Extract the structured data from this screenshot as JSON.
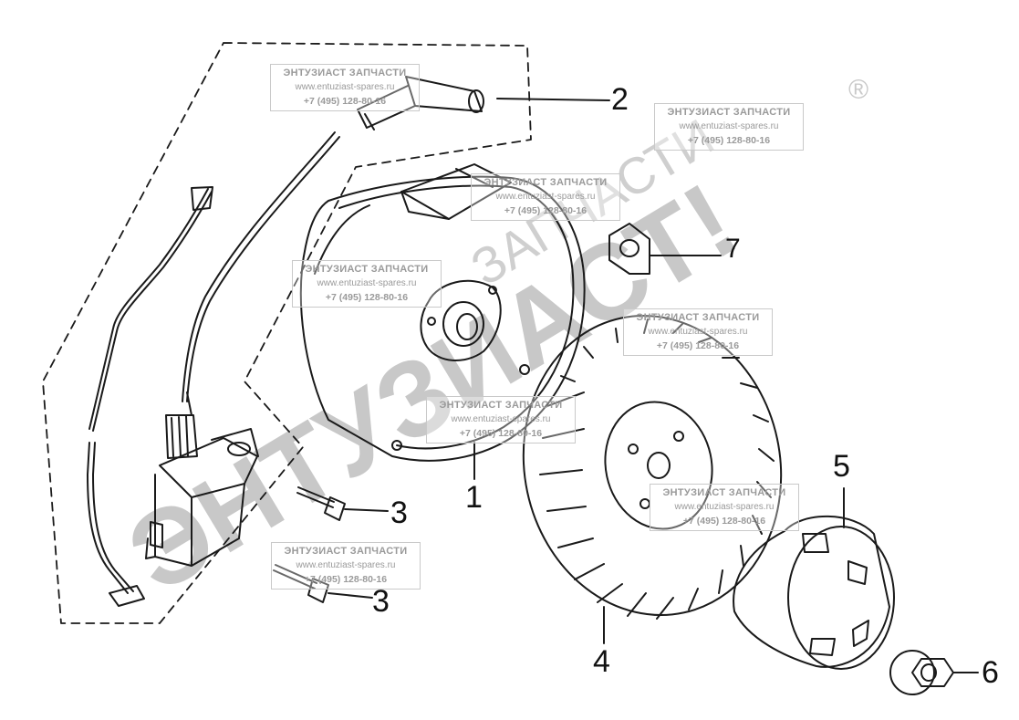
{
  "watermark": {
    "brand": "ЭНТУЗИАСТ!",
    "sub": "ЗАПЧАСТИ",
    "reg": "®"
  },
  "stamp": {
    "title": "ЭНТУЗИАСТ ЗАПЧАСТИ",
    "url": "www.entuziast-spares.ru",
    "phone": "+7 (495) 128-80-16"
  },
  "callouts": {
    "c1": "1",
    "c2": "2",
    "c3a": "3",
    "c3b": "3",
    "c4": "4",
    "c5": "5",
    "c6": "6",
    "c7": "7"
  },
  "colors": {
    "line": "#1a1a1a",
    "watermark": "#c8c8c8"
  }
}
